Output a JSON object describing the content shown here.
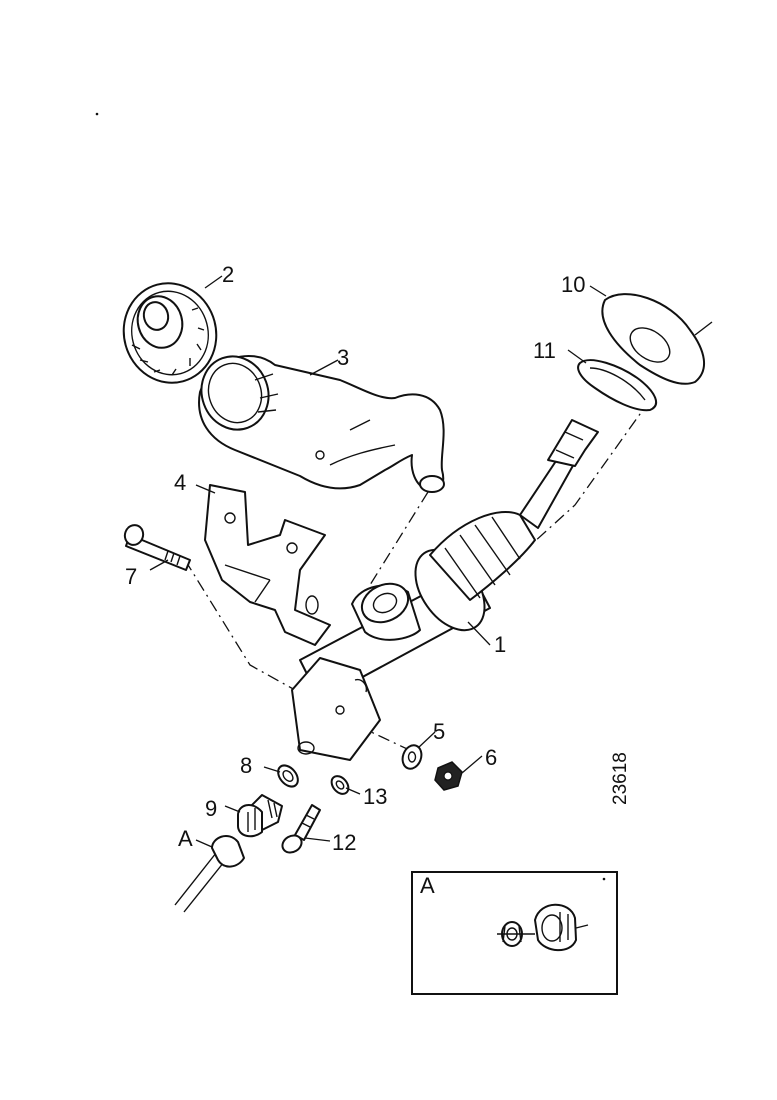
{
  "drawing_number": "23618",
  "callouts": {
    "p1": "1",
    "p2": "2",
    "p3": "3",
    "p4": "4",
    "p5": "5",
    "p6": "6",
    "p7": "7",
    "p8": "8",
    "p9": "9",
    "p10": "10",
    "p11": "11",
    "p12": "12",
    "p13": "13"
  },
  "detail_ref_label": "A",
  "detail_box_label": "A"
}
